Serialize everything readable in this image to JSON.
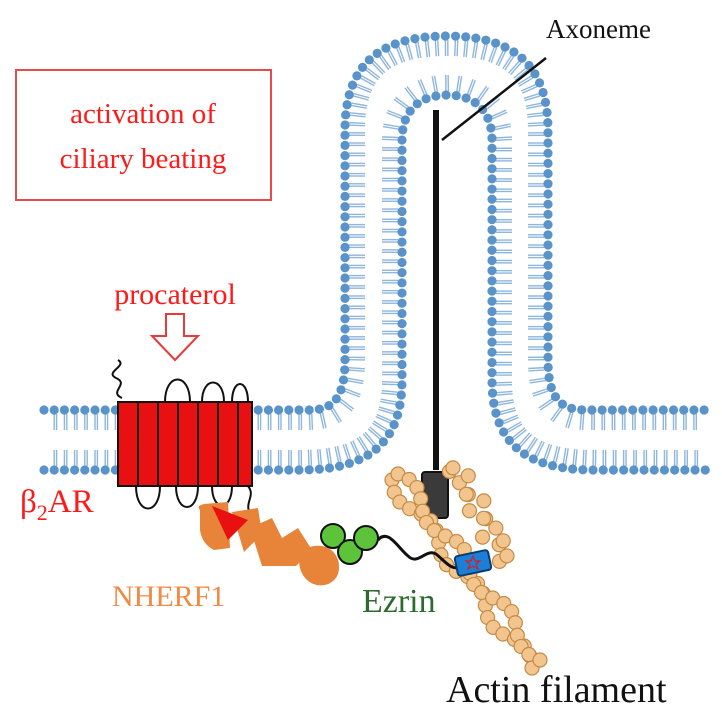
{
  "labels": {
    "activation_line1": "activation of",
    "activation_line2": "ciliary beating",
    "procaterol": "procaterol",
    "beta_symbol": "β",
    "beta_sub": "2",
    "beta_rest": "AR",
    "nherf1": "NHERF1",
    "ezrin": "Ezrin",
    "axoneme": "Axoneme",
    "actin": "Actin filament"
  },
  "colors": {
    "red_label": "#ff1a1a",
    "box_border": "#e84b4b",
    "receptor": "#e81010",
    "nherf1": "#e8833a",
    "nherf1_text": "#f08a44",
    "ezrin_text": "#2e6b2e",
    "ezrin_ball": "#5cc33a",
    "membrane_head": "#5a93c9",
    "membrane_tail": "#8fb6dc",
    "actin_bead": "#f3c58e",
    "actin_outline": "#c58a45",
    "axoneme": "#111111",
    "axoneme_base": "#333333",
    "blue_tag": "#1b7fd8"
  }
}
